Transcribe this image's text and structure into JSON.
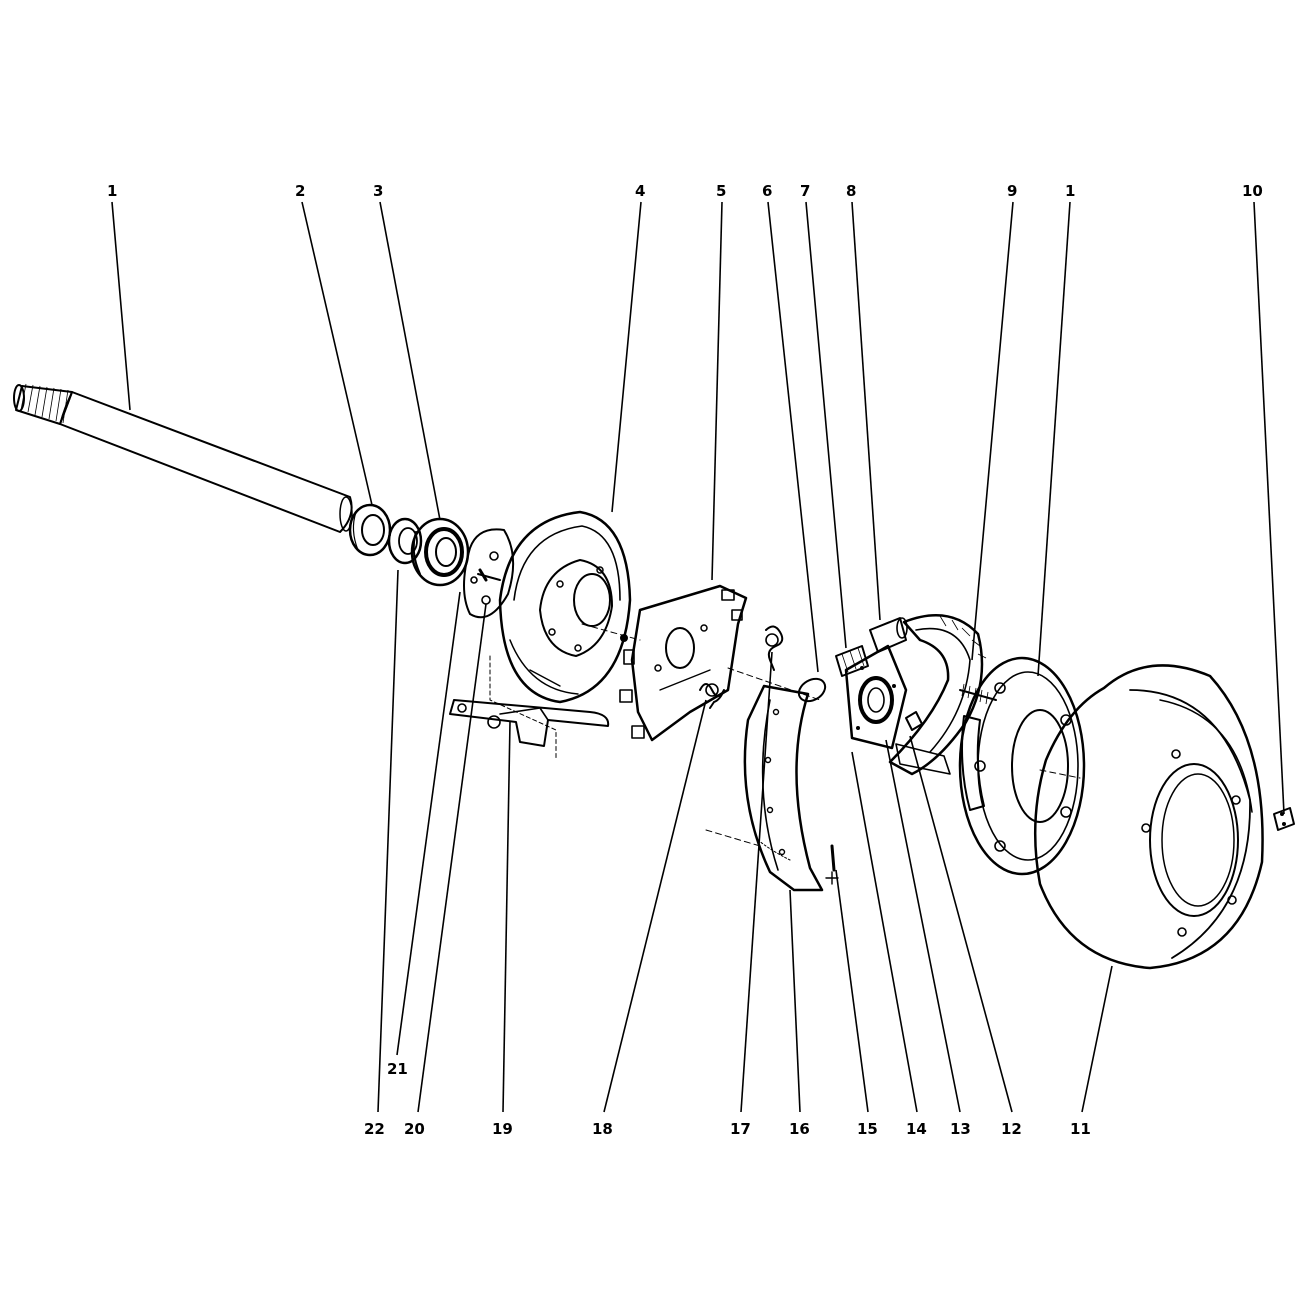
{
  "callouts_top": [
    {
      "id": "c1a",
      "text": "1"
    },
    {
      "id": "c2",
      "text": "2"
    },
    {
      "id": "c3",
      "text": "3"
    },
    {
      "id": "c4",
      "text": "4"
    },
    {
      "id": "c5",
      "text": "5"
    },
    {
      "id": "c6",
      "text": "6"
    },
    {
      "id": "c7",
      "text": "7"
    },
    {
      "id": "c8",
      "text": "8"
    },
    {
      "id": "c9",
      "text": "9"
    },
    {
      "id": "c1b",
      "text": "1"
    },
    {
      "id": "c10",
      "text": "10"
    }
  ],
  "callouts_bottom": [
    {
      "id": "c21",
      "text": "21"
    },
    {
      "id": "c22",
      "text": "22"
    },
    {
      "id": "c20",
      "text": "20"
    },
    {
      "id": "c19",
      "text": "19"
    },
    {
      "id": "c18",
      "text": "18"
    },
    {
      "id": "c17",
      "text": "17"
    },
    {
      "id": "c16",
      "text": "16"
    },
    {
      "id": "c15",
      "text": "15"
    },
    {
      "id": "c14",
      "text": "14"
    },
    {
      "id": "c13",
      "text": "13"
    },
    {
      "id": "c12",
      "text": "12"
    },
    {
      "id": "c11",
      "text": "11"
    }
  ],
  "colors": {
    "ink": "#000000",
    "paper": "#ffffff"
  }
}
